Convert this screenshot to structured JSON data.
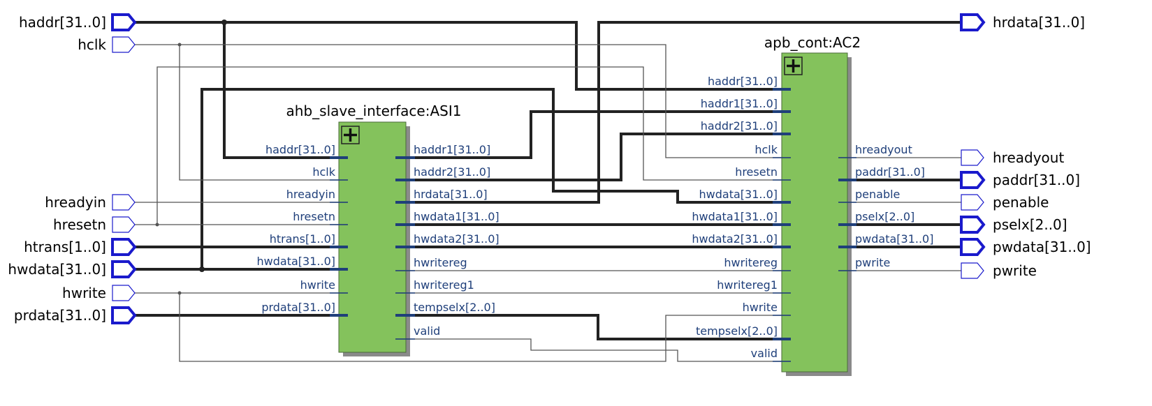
{
  "inputs": [
    {
      "name": "haddr[31..0]",
      "bus": true
    },
    {
      "name": "hclk",
      "bus": false
    },
    {
      "name": "hreadyin",
      "bus": false
    },
    {
      "name": "hresetn",
      "bus": false
    },
    {
      "name": "htrans[1..0]",
      "bus": true
    },
    {
      "name": "hwdata[31..0]",
      "bus": true
    },
    {
      "name": "hwrite",
      "bus": false
    },
    {
      "name": "prdata[31..0]",
      "bus": true
    }
  ],
  "outputs": [
    {
      "name": "hrdata[31..0]",
      "bus": true
    },
    {
      "name": "hreadyout",
      "bus": false
    },
    {
      "name": "paddr[31..0]",
      "bus": true
    },
    {
      "name": "penable",
      "bus": false
    },
    {
      "name": "pselx[2..0]",
      "bus": true
    },
    {
      "name": "pwdata[31..0]",
      "bus": true
    },
    {
      "name": "pwrite",
      "bus": false
    }
  ],
  "blocks": {
    "asi": {
      "title": "ahb_slave_interface:ASI1",
      "expand_icon": "plus-icon",
      "inputs": [
        "haddr[31..0]",
        "hclk",
        "hreadyin",
        "hresetn",
        "htrans[1..0]",
        "hwdata[31..0]",
        "hwrite",
        "prdata[31..0]"
      ],
      "outputs": [
        "haddr1[31..0]",
        "haddr2[31..0]",
        "hrdata[31..0]",
        "hwdata1[31..0]",
        "hwdata2[31..0]",
        "hwritereg",
        "hwritereg1",
        "tempselx[2..0]",
        "valid"
      ]
    },
    "ac": {
      "title": "apb_cont:AC2",
      "expand_icon": "plus-icon",
      "inputs": [
        "haddr[31..0]",
        "haddr1[31..0]",
        "haddr2[31..0]",
        "hclk",
        "hresetn",
        "hwdata[31..0]",
        "hwdata1[31..0]",
        "hwdata2[31..0]",
        "hwritereg",
        "hwritereg1",
        "hwrite",
        "tempselx[2..0]",
        "valid"
      ],
      "outputs": [
        "hreadyout",
        "paddr[31..0]",
        "penable",
        "pselx[2..0]",
        "pwdata[31..0]",
        "pwrite"
      ]
    }
  },
  "colors": {
    "block_fill": "#84c25c",
    "block_border": "#4a6a3a",
    "port_blue": "#1a1acc",
    "pin_text": "#1f3f7a",
    "wire": "#222222"
  }
}
